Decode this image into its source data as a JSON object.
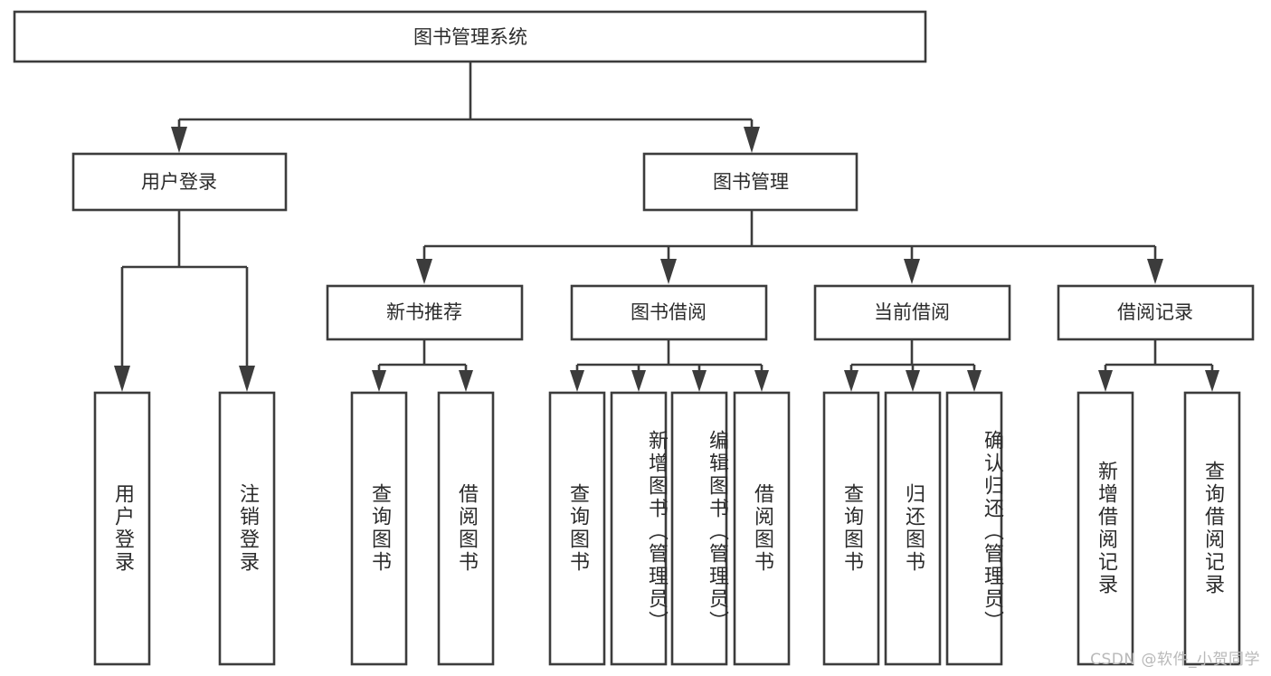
{
  "diagram": {
    "title": "图书管理系统",
    "watermark": "CSDN @软件_小贺同学",
    "colors": {
      "stroke": "#3c3c3c",
      "box_fill": "#ffffff",
      "text": "#2b2b2b",
      "background": "#ffffff",
      "watermark": "#b9b9b9"
    },
    "levels": {
      "root": {
        "label": "图书管理系统"
      },
      "level2": [
        {
          "label": "用户登录"
        },
        {
          "label": "图书管理"
        }
      ],
      "level3": [
        {
          "label": "新书推荐"
        },
        {
          "label": "图书借阅"
        },
        {
          "label": "当前借阅"
        },
        {
          "label": "借阅记录"
        }
      ],
      "leaves": [
        {
          "label": "用户登录",
          "parent": "用户登录"
        },
        {
          "label": "注销登录",
          "parent": "用户登录"
        },
        {
          "label": "查询图书",
          "parent": "新书推荐"
        },
        {
          "label": "借阅图书",
          "parent": "新书推荐"
        },
        {
          "label": "查询图书",
          "parent": "图书借阅"
        },
        {
          "label": "新增图书（管理员）",
          "parent": "图书借阅"
        },
        {
          "label": "编辑图书（管理员）",
          "parent": "图书借阅"
        },
        {
          "label": "借阅图书",
          "parent": "图书借阅"
        },
        {
          "label": "查询图书",
          "parent": "当前借阅"
        },
        {
          "label": "归还图书",
          "parent": "当前借阅"
        },
        {
          "label": "确认归还（管理员）",
          "parent": "当前借阅"
        },
        {
          "label": "新增借阅记录",
          "parent": "借阅记录"
        },
        {
          "label": "查询借阅记录",
          "parent": "借阅记录"
        }
      ]
    }
  }
}
